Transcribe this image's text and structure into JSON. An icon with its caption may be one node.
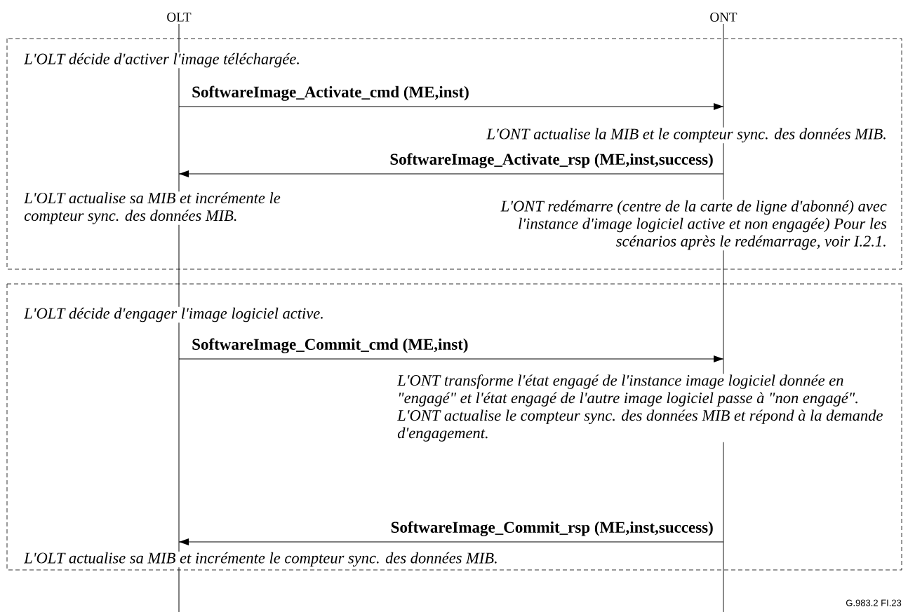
{
  "diagram": {
    "nodes": [
      {
        "text": [
          "OLT"
        ]
      },
      {
        "text": [
          "ONT"
        ]
      }
    ],
    "edges": [
      {
        "from": 0,
        "to": 1,
        "arrow": "to",
        "label": "SoftwareImage_Activate_cmd (ME,inst)"
      },
      {
        "from": 1,
        "to": 0,
        "arrow": "to",
        "label": "SoftwareImage_Activate_rsp (ME,inst,success)"
      },
      {
        "from": 0,
        "to": 1,
        "arrow": "to",
        "label": "SoftwareImage_Commit_cmd (ME,inst)"
      },
      {
        "from": 1,
        "to": 0,
        "arrow": "to",
        "label": "SoftwareImage_Commit_rsp (ME,inst,success)"
      }
    ],
    "labels": [
      "L'OLT décide d'activer l'image téléchargée.",
      "L'ONT actualise la MIB et le compteur sync. des données MIB.",
      "L'OLT actualise sa MIB et incrémente le compteur sync. des données MIB.",
      "L'ONT redémarre (centre de la carte de ligne d'abonné) avec l'instance d'image logiciel active et non engagée) Pour les scénarios après le redémarrage, voir I.2.1.",
      "L'OLT décide d'engager l'image logiciel active.",
      "L'ONT transforme l'état engagé de l'instance image logiciel donnée en \"engagé\" et l'état engagé de l'autre image logiciel passe à \"non engagé\". L'ONT actualise le compteur sync. des données MIB et répond à la demande d'engagement.",
      "L'OLT actualise sa MIB et incrémente le compteur sync. des données MIB.",
      "G.983.2 FI.23"
    ]
  }
}
